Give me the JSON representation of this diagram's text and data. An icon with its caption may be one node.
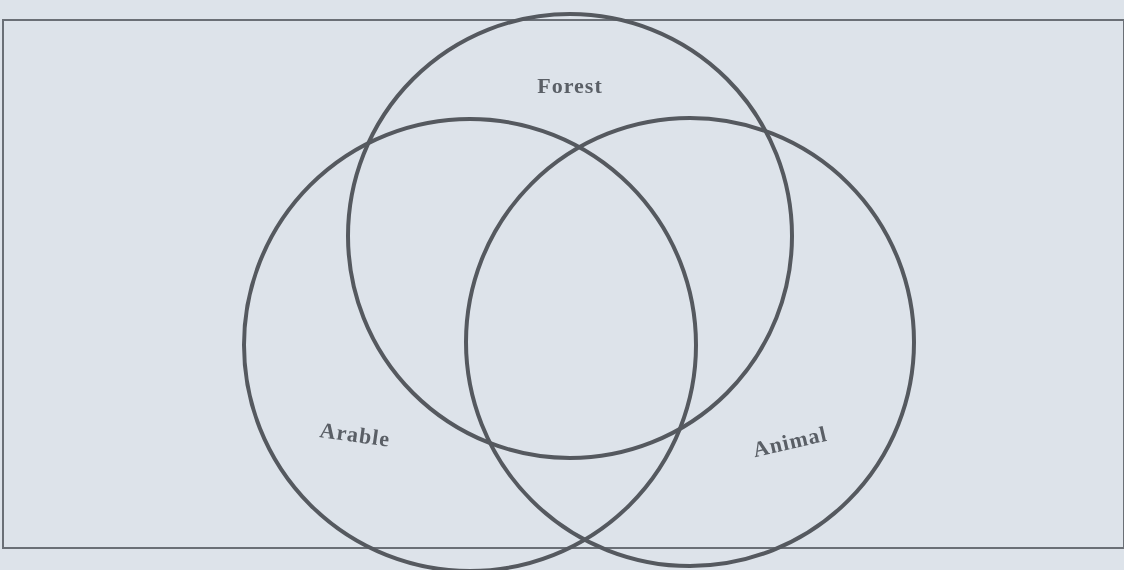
{
  "diagram": {
    "nodes": [
      {
        "text": [
          "Forest"
        ]
      },
      {
        "text": [
          "Arable"
        ]
      },
      {
        "text": [
          "Animal"
        ]
      }
    ],
    "edges": []
  }
}
